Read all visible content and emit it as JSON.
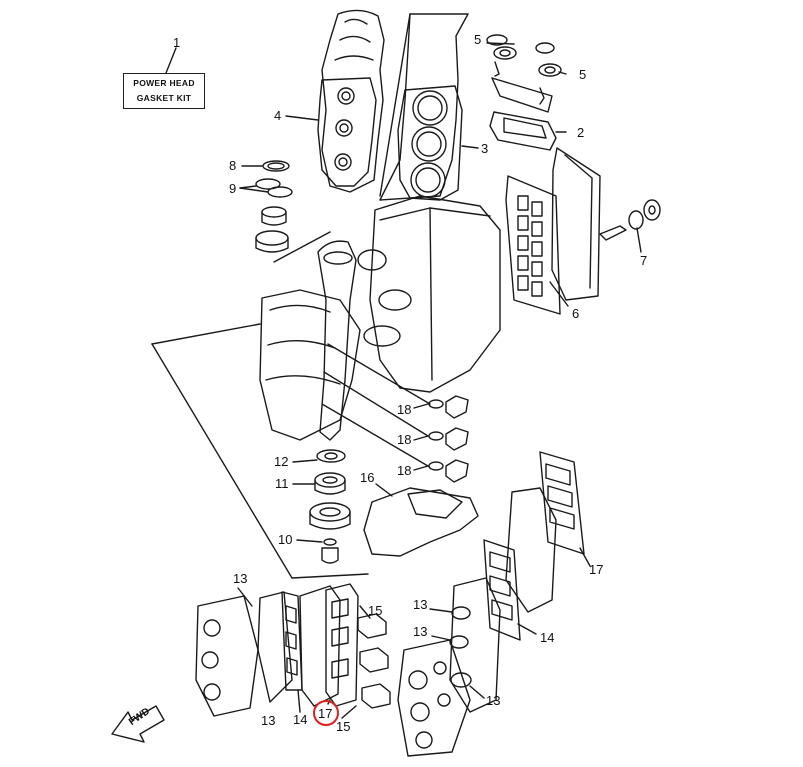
{
  "kit_label": {
    "line1": "POWER HEAD",
    "line2": "GASKET KIT"
  },
  "direction_label": "FWD",
  "highlight_color": "#e02020",
  "highlighted_callout": "17",
  "callouts": [
    {
      "id": "c1",
      "text": "1"
    },
    {
      "id": "c2",
      "text": "2"
    },
    {
      "id": "c3",
      "text": "3"
    },
    {
      "id": "c4",
      "text": "4"
    },
    {
      "id": "c5a",
      "text": "5"
    },
    {
      "id": "c5b",
      "text": "5"
    },
    {
      "id": "c6",
      "text": "6"
    },
    {
      "id": "c7",
      "text": "7"
    },
    {
      "id": "c8",
      "text": "8"
    },
    {
      "id": "c9",
      "text": "9"
    },
    {
      "id": "c10",
      "text": "10"
    },
    {
      "id": "c11",
      "text": "11"
    },
    {
      "id": "c12",
      "text": "12"
    },
    {
      "id": "c13a",
      "text": "13"
    },
    {
      "id": "c13b",
      "text": "13"
    },
    {
      "id": "c13c",
      "text": "13"
    },
    {
      "id": "c13d",
      "text": "13"
    },
    {
      "id": "c13e",
      "text": "13"
    },
    {
      "id": "c14a",
      "text": "14"
    },
    {
      "id": "c14b",
      "text": "14"
    },
    {
      "id": "c15a",
      "text": "15"
    },
    {
      "id": "c15b",
      "text": "15"
    },
    {
      "id": "c16",
      "text": "16"
    },
    {
      "id": "c17a",
      "text": "17"
    },
    {
      "id": "c17b",
      "text": "17"
    },
    {
      "id": "c18a",
      "text": "18"
    },
    {
      "id": "c18b",
      "text": "18"
    },
    {
      "id": "c18c",
      "text": "18"
    }
  ]
}
